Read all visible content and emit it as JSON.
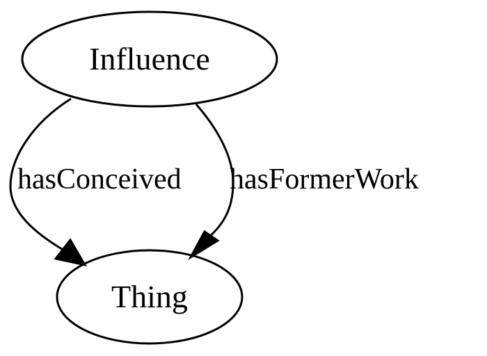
{
  "nodes": {
    "influence": {
      "label": "Influence"
    },
    "thing": {
      "label": "Thing"
    }
  },
  "edges": [
    {
      "from": "Influence",
      "to": "Thing",
      "label": "hasConceived"
    },
    {
      "from": "Influence",
      "to": "Thing",
      "label": "hasFormerWork"
    }
  ],
  "colors": {
    "stroke": "#000000",
    "background": "#ffffff"
  }
}
